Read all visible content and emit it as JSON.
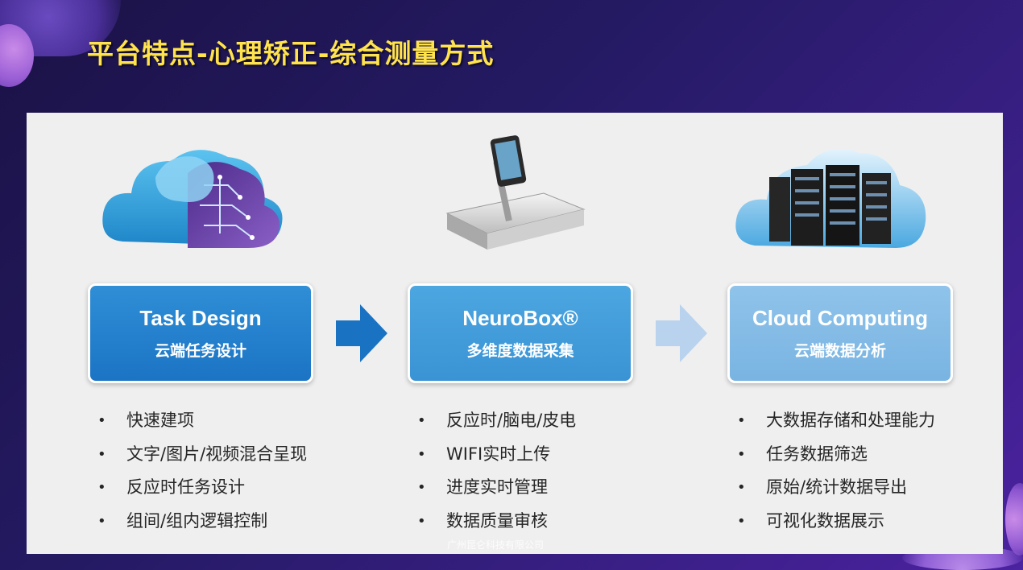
{
  "title": "平台特点-心理矫正-综合测量方式",
  "colors": {
    "title": "#ffe34d",
    "card_dark": "#1b74c4",
    "card_mid": "#3a93d4",
    "card_light": "#79b4e2",
    "arrow_dark": "#1a72c2",
    "arrow_light": "#b9d3ee"
  },
  "columns": [
    {
      "illustration": "cloud-circuit-icon",
      "card_title": "Task Design",
      "card_subtitle": "云端任务设计",
      "bullets": [
        "快速建项",
        "文字/图片/视频混合呈现",
        "反应时任务设计",
        "组间/组内逻辑控制"
      ]
    },
    {
      "illustration": "neurobox-device-icon",
      "card_title": "NeuroBox®",
      "card_subtitle": "多维度数据采集",
      "bullets": [
        "反应时/脑电/皮电",
        "WIFI实时上传",
        "进度实时管理",
        "数据质量审核"
      ]
    },
    {
      "illustration": "cloud-server-icon",
      "card_title": "Cloud Computing",
      "card_subtitle": "云端数据分析",
      "bullets": [
        "大数据存储和处理能力",
        "任务数据筛选",
        "原始/统计数据导出",
        "可视化数据展示"
      ]
    }
  ],
  "watermark": "广州昆仑科技有限公司"
}
